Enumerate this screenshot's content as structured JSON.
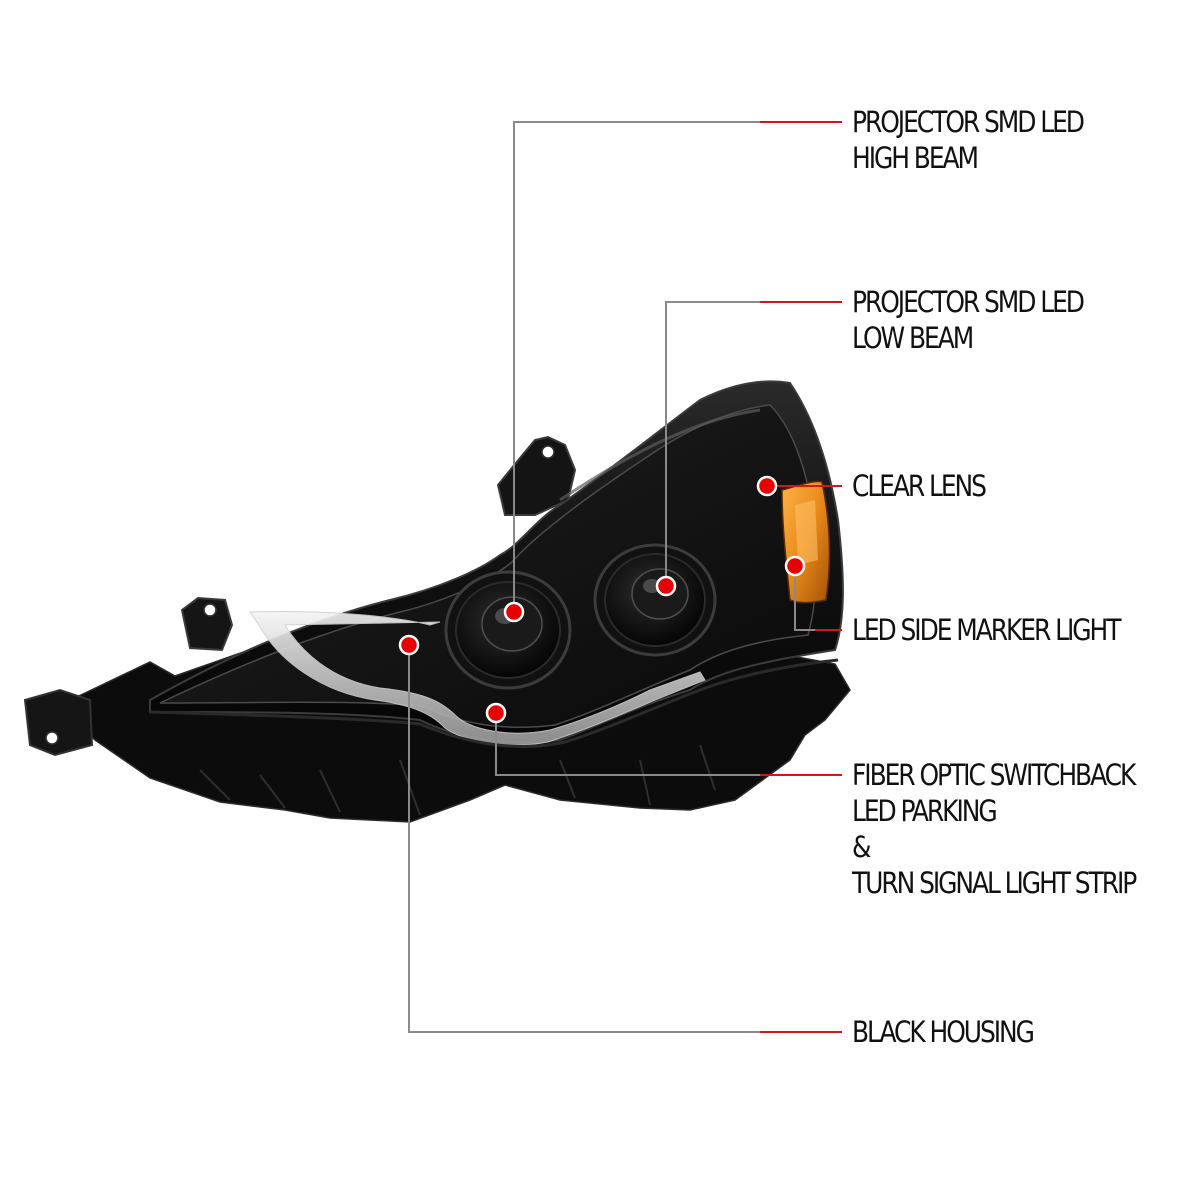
{
  "callouts": [
    {
      "id": "high-beam",
      "lines": [
        "PROJECTOR SMD LED",
        "HIGH BEAM"
      ]
    },
    {
      "id": "low-beam",
      "lines": [
        "PROJECTOR SMD LED",
        "LOW BEAM"
      ]
    },
    {
      "id": "clear-lens",
      "lines": [
        "CLEAR LENS"
      ]
    },
    {
      "id": "side-marker",
      "lines": [
        "LED SIDE MARKER LIGHT"
      ]
    },
    {
      "id": "fiber-optic",
      "lines": [
        "FIBER OPTIC SWITCHBACK",
        "LED PARKING",
        "&",
        "TURN SIGNAL LIGHT STRIP"
      ]
    },
    {
      "id": "black-housing",
      "lines": [
        "BLACK HOUSING"
      ]
    }
  ],
  "colors": {
    "background": "#ffffff",
    "leader_gray": "#8a8a8a",
    "leader_red": "#d01818",
    "dot_red": "#e60000",
    "housing_black": "#0d0d0d",
    "amber": "#e8891a"
  },
  "product": "black-projector-headlight"
}
